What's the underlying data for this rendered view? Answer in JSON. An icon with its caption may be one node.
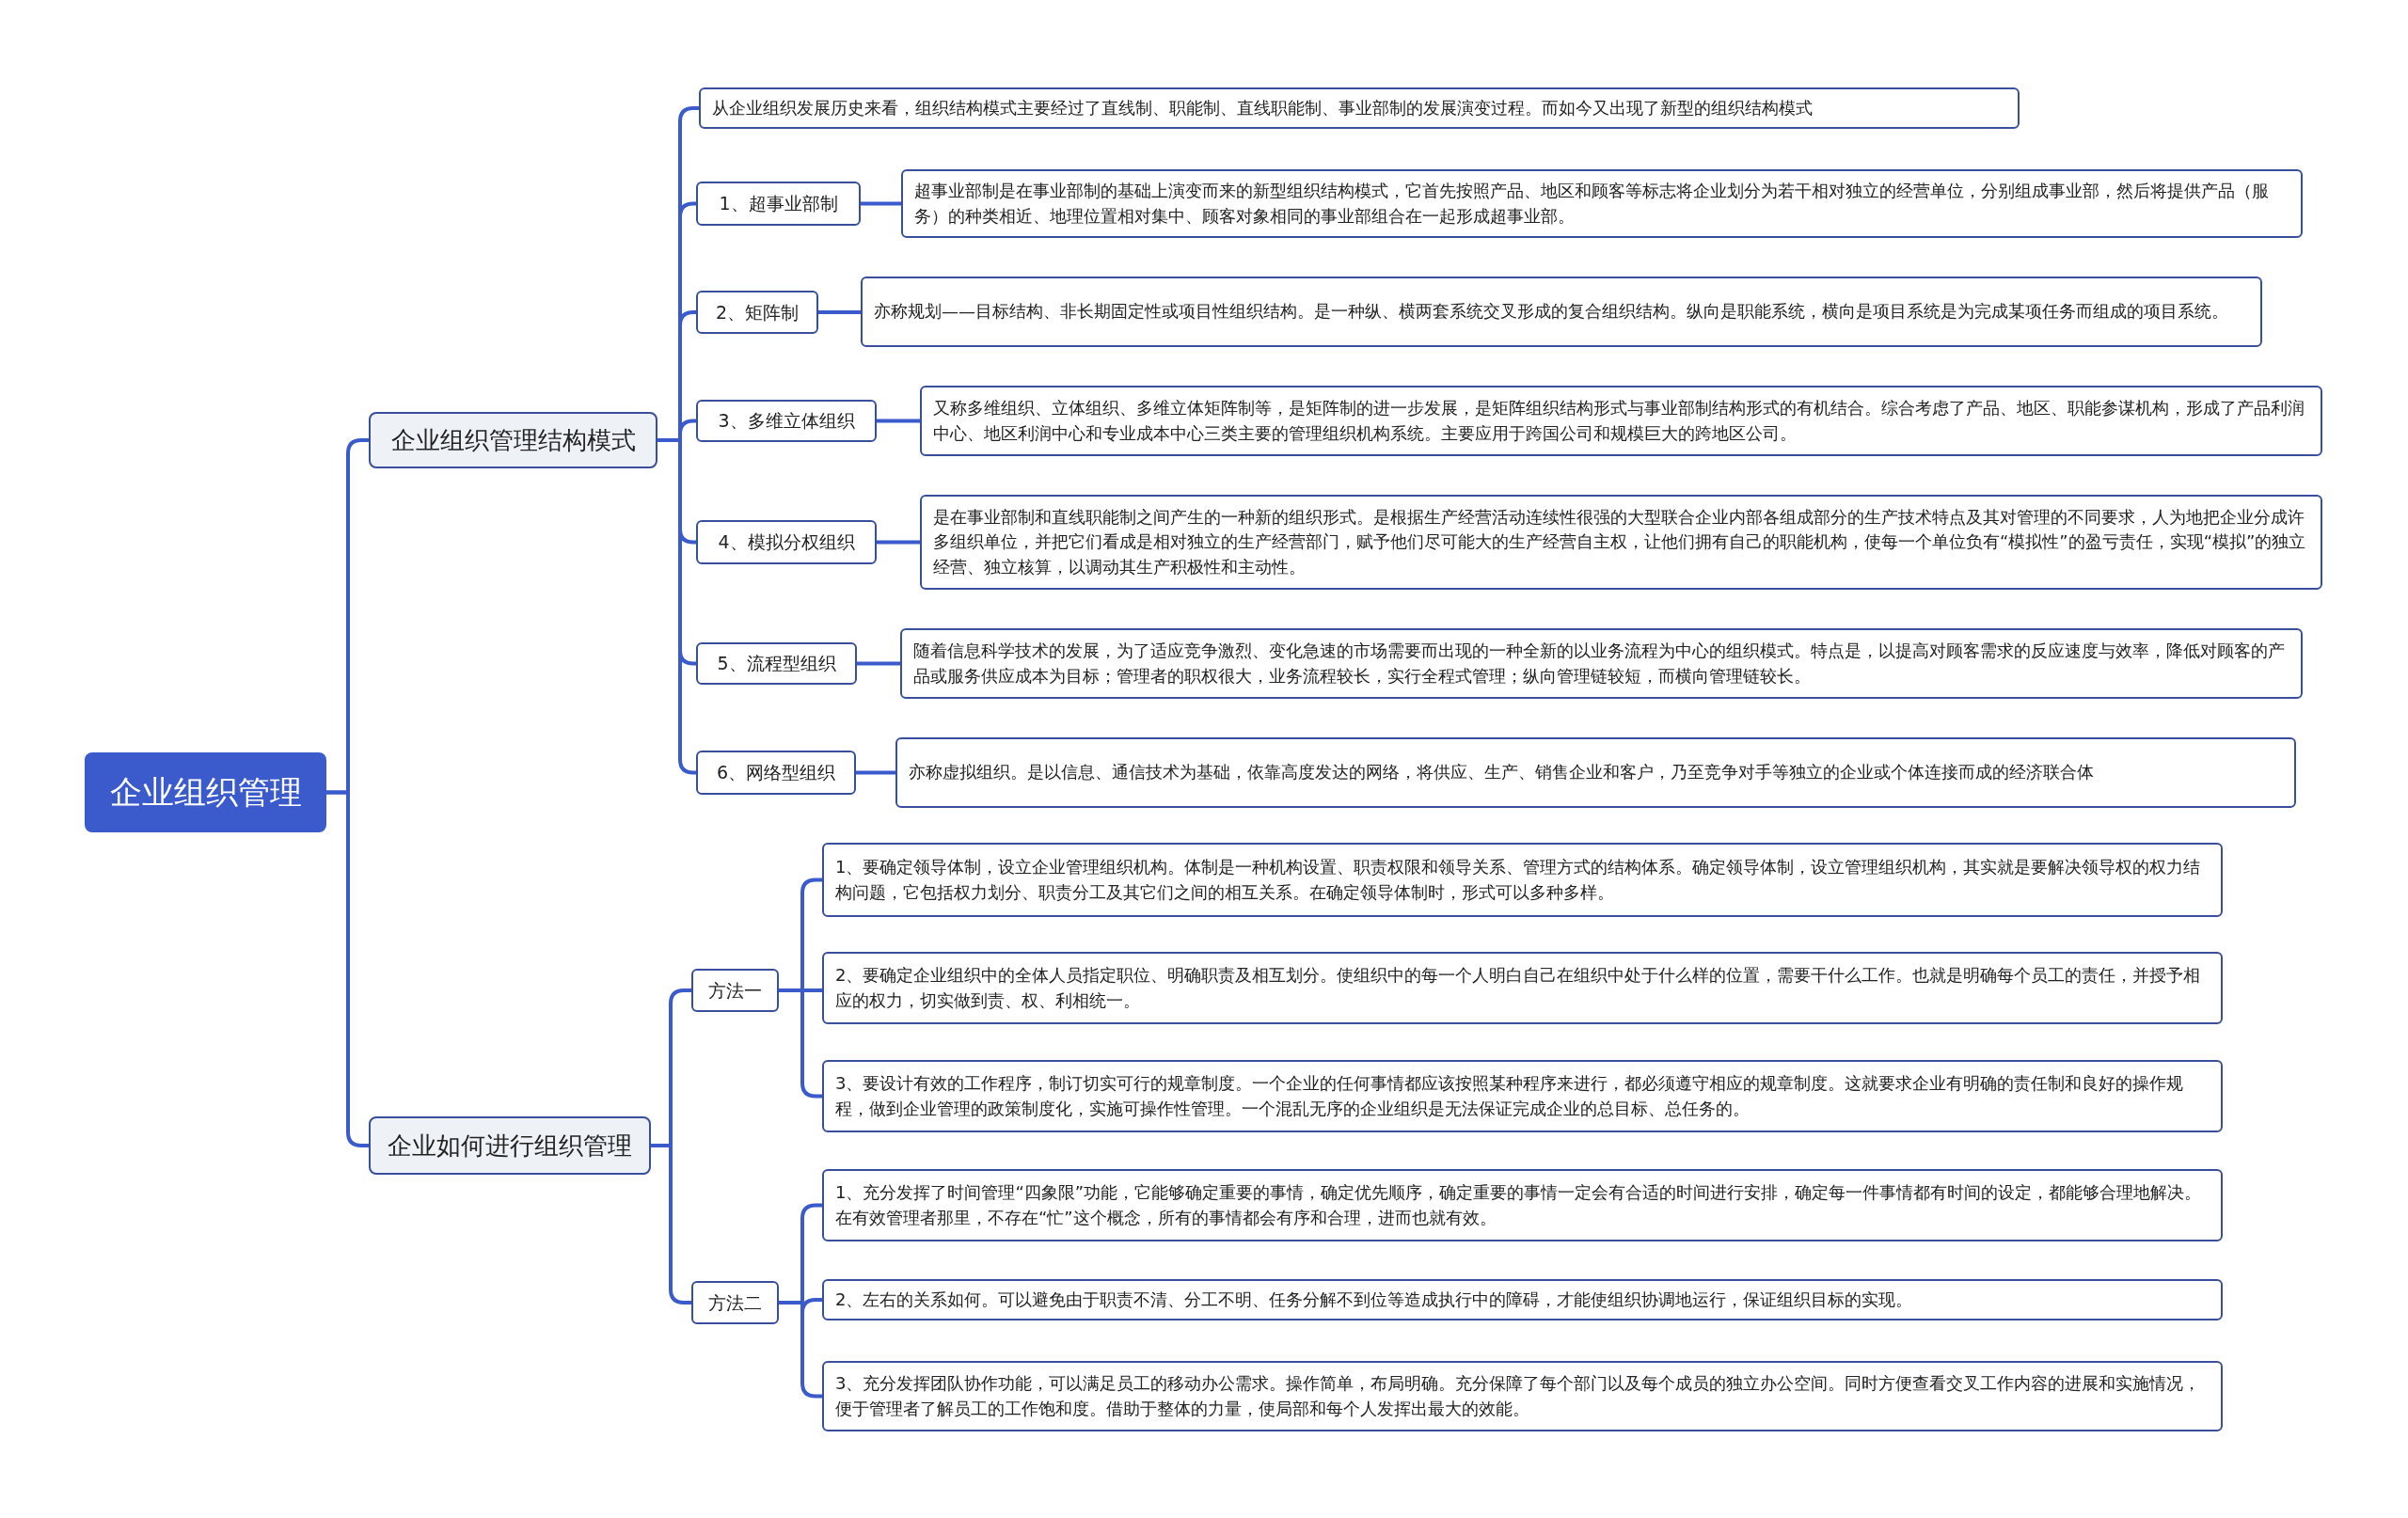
{
  "diagram": {
    "nodes": [
      {
        "text": [
          "企业组织管理"
        ]
      },
      {
        "text": [
          "企业组织管理结构模式"
        ]
      },
      {
        "text": [
          "从企业组织发展历史来看，组织结构模式主要经过了直线制、职能制、直线职能制、事业部制的发展演变过程。而如今又出现了新型的组织结构模式"
        ]
      },
      {
        "text": [
          "1、超事业部制"
        ]
      },
      {
        "text": [
          "超事业部制是在事业部制的基础上演变而来的新型组织结构模式，它首先按照产品、地区和顾客等标志将企业划分为若干相对独立的经营单位，分别组成事业部，然后将提供产品（服务）的种类相近、地理位置相对集中、顾客对象相同的事业部组合在一起形成超事业部。"
        ]
      },
      {
        "text": [
          "2、矩阵制"
        ]
      },
      {
        "text": [
          "亦称规划——目标结构、非长期固定性或项目性组织结构。是一种纵、横两套系统交叉形成的复合组织结构。纵向是职能系统，横向是项目系统是为完成某项任务而组成的项目系统。"
        ]
      },
      {
        "text": [
          "3、多维立体组织"
        ]
      },
      {
        "text": [
          "又称多维组织、立体组织、多维立体矩阵制等，是矩阵制的进一步发展，是矩阵组织结构形式与事业部制结构形式的有机结合。综合考虑了产品、地区、职能参谋机构，形成了产品利润中心、地区利润中心和专业成本中心三类主要的管理组织机构系统。主要应用于跨国公司和规模巨大的跨地区公司。"
        ]
      },
      {
        "text": [
          "4、模拟分权组织"
        ]
      },
      {
        "text": [
          "是在事业部制和直线职能制之间产生的一种新的组织形式。是根据生产经营活动连续性很强的大型联合企业内部各组成部分的生产技术特点及其对管理的不同要求，人为地把企业分成许多组织单位，并把它们看成是相对独立的生产经营部门，赋予他们尽可能大的生产经营自主权，让他们拥有自己的职能机构，使每一个单位负有“模拟性”的盈亏责任，实现“模拟”的独立经营、独立核算，以调动其生产积极性和主动性。"
        ]
      },
      {
        "text": [
          "5、流程型组织"
        ]
      },
      {
        "text": [
          "随着信息科学技术的发展，为了适应竞争激烈、变化急速的市场需要而出现的一种全新的以业务流程为中心的组织模式。特点是，以提高对顾客需求的反应速度与效率，降低对顾客的产品或服务供应成本为目标；管理者的职权很大，业务流程较长，实行全程式管理；纵向管理链较短，而横向管理链较长。"
        ]
      },
      {
        "text": [
          "6、网络型组织"
        ]
      },
      {
        "text": [
          "亦称虚拟组织。是以信息、通信技术为基础，依靠高度发达的网络，将供应、生产、销售企业和客户，乃至竞争对手等独立的企业或个体连接而成的经济联合体"
        ]
      },
      {
        "text": [
          "企业如何进行组织管理"
        ]
      },
      {
        "text": [
          "方法一"
        ]
      },
      {
        "text": [
          "1、要确定领导体制，设立企业管理组织机构。体制是一种机构设置、职责权限和领导关系、管理方式的结构体系。确定领导体制，设立管理组织机构，其实就是要解决领导权的权力结构问题，它包括权力划分、职责分工及其它们之间的相互关系。在确定领导体制时，形式可以多种多样。"
        ]
      },
      {
        "text": [
          "2、要确定企业组织中的全体人员指定职位、明确职责及相互划分。使组织中的每一个人明白自己在组织中处于什么样的位置，需要干什么工作。也就是明确每个员工的责任，并授予相应的权力，切实做到责、权、利相统一。"
        ]
      },
      {
        "text": [
          "3、要设计有效的工作程序，制订切实可行的规章制度。一个企业的任何事情都应该按照某种程序来进行，都必须遵守相应的规章制度。这就要求企业有明确的责任制和良好的操作规程，做到企业管理的政策制度化，实施可操作性管理。一个混乱无序的企业组织是无法保证完成企业的总目标、总任务的。"
        ]
      },
      {
        "text": [
          "方法二"
        ]
      },
      {
        "text": [
          "1、充分发挥了时间管理“四象限”功能，它能够确定重要的事情，确定优先顺序，确定重要的事情一定会有合适的时间进行安排，确定每一件事情都有时间的设定，都能够合理地解决。在有效管理者那里，不存在“忙”这个概念，所有的事情都会有序和合理，进而也就有效。"
        ]
      },
      {
        "text": [
          "2、左右的关系如何。可以避免由于职责不清、分工不明、任务分解不到位等造成执行中的障碍，才能使组织协调地运行，保证组织目标的实现。"
        ]
      },
      {
        "text": [
          "3、充分发挥团队协作功能，可以满足员工的移动办公需求。操作简单，布局明确。充分保障了每个部门以及每个成员的独立办公空间。同时方便查看交叉工作内容的进展和实施情况，便于管理者了解员工的工作饱和度。借助于整体的力量，使局部和每个人发挥出最大的效能。"
        ]
      }
    ],
    "edges": [
      {
        "from": 0,
        "to": 1,
        "arrow": "none"
      },
      {
        "from": 0,
        "to": 15,
        "arrow": "none"
      },
      {
        "from": 1,
        "to": 2,
        "arrow": "none"
      },
      {
        "from": 1,
        "to": 3,
        "arrow": "none"
      },
      {
        "from": 1,
        "to": 5,
        "arrow": "none"
      },
      {
        "from": 1,
        "to": 7,
        "arrow": "none"
      },
      {
        "from": 1,
        "to": 9,
        "arrow": "none"
      },
      {
        "from": 1,
        "to": 11,
        "arrow": "none"
      },
      {
        "from": 1,
        "to": 13,
        "arrow": "none"
      },
      {
        "from": 3,
        "to": 4,
        "arrow": "none"
      },
      {
        "from": 5,
        "to": 6,
        "arrow": "none"
      },
      {
        "from": 7,
        "to": 8,
        "arrow": "none"
      },
      {
        "from": 9,
        "to": 10,
        "arrow": "none"
      },
      {
        "from": 11,
        "to": 12,
        "arrow": "none"
      },
      {
        "from": 13,
        "to": 14,
        "arrow": "none"
      },
      {
        "from": 15,
        "to": 16,
        "arrow": "none"
      },
      {
        "from": 15,
        "to": 20,
        "arrow": "none"
      },
      {
        "from": 16,
        "to": 17,
        "arrow": "none"
      },
      {
        "from": 16,
        "to": 18,
        "arrow": "none"
      },
      {
        "from": 16,
        "to": 19,
        "arrow": "none"
      },
      {
        "from": 20,
        "to": 21,
        "arrow": "none"
      },
      {
        "from": 20,
        "to": 22,
        "arrow": "none"
      },
      {
        "from": 20,
        "to": 23,
        "arrow": "none"
      }
    ]
  }
}
